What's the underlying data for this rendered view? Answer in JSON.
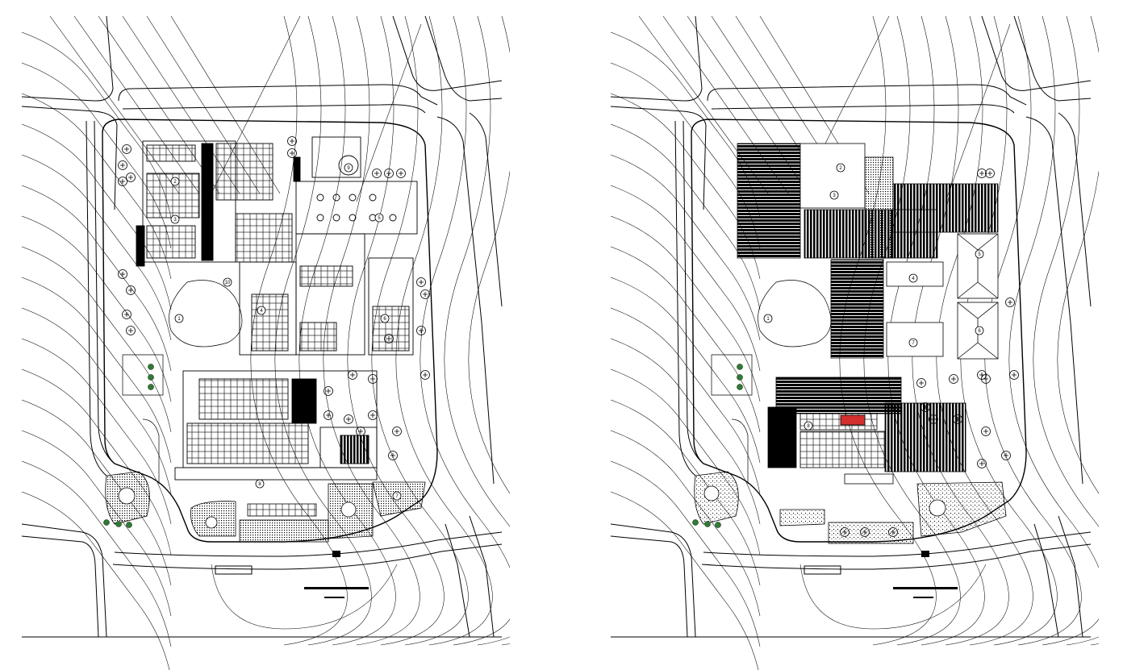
{
  "drawing": {
    "type": "architectural site plan",
    "sheets": [
      {
        "id": "left",
        "variant": "detailed-floor-plan",
        "zone_markers": [
          "1",
          "2",
          "3",
          "4",
          "5",
          "6",
          "7",
          "8",
          "9",
          "10"
        ]
      },
      {
        "id": "right",
        "variant": "roof-plan-hatched",
        "zone_markers": [
          "1",
          "2",
          "3",
          "4",
          "5",
          "6",
          "7",
          "8"
        ]
      }
    ],
    "colors": {
      "line": "#000000",
      "background": "#ffffff",
      "vegetation": "#2e7d32",
      "accent": "#d32f2f"
    }
  }
}
